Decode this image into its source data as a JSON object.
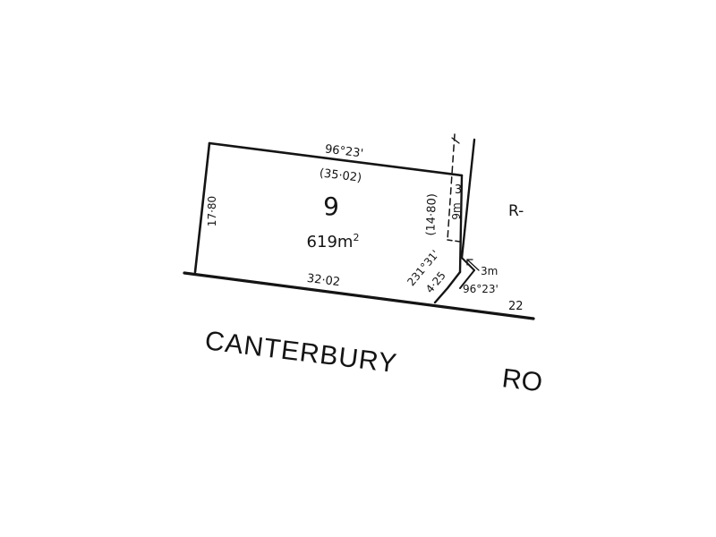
{
  "lot": {
    "number": "9",
    "area": "619m",
    "area_superscript": "2"
  },
  "dimensions": {
    "north_bearing": "96°23'",
    "north_length": "(35·02)",
    "west_length": "17·80",
    "east_length": "(14·80)",
    "south_length": "32·02",
    "truncation_bearing": "231°31'",
    "truncation_length": "4·25"
  },
  "easement": {
    "code": "3",
    "width": "9m"
  },
  "adjacent": {
    "reserve_label": "R-",
    "offset": "3m",
    "offset_bearing": "96°23'",
    "road_frontage": "22"
  },
  "road": {
    "name_part1": "CANTERBURY",
    "name_part2": "RO"
  },
  "colors": {
    "ink": "#141414",
    "paper": "#ffffff"
  }
}
